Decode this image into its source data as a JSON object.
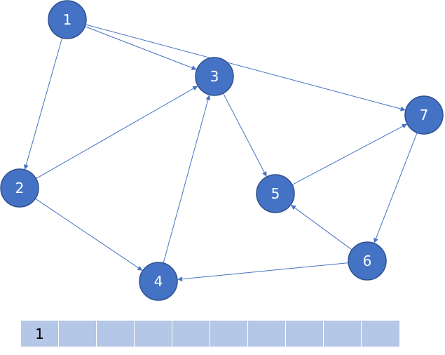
{
  "colors": {
    "node_fill": "#4472c4",
    "node_stroke": "#2f528f",
    "edge": "#4472c4",
    "queue_cell": "#b4c7e7"
  },
  "graph": {
    "nodes": [
      "1",
      "2",
      "3",
      "4",
      "5",
      "6",
      "7"
    ],
    "edges": [
      {
        "from": "1",
        "to": "2"
      },
      {
        "from": "1",
        "to": "3"
      },
      {
        "from": "1",
        "to": "7"
      },
      {
        "from": "2",
        "to": "3"
      },
      {
        "from": "2",
        "to": "4"
      },
      {
        "from": "4",
        "to": "3"
      },
      {
        "from": "3",
        "to": "5"
      },
      {
        "from": "5",
        "to": "7"
      },
      {
        "from": "7",
        "to": "6"
      },
      {
        "from": "6",
        "to": "5"
      },
      {
        "from": "6",
        "to": "4"
      }
    ]
  },
  "queue": {
    "cells": [
      "1",
      "",
      "",
      "",
      "",
      "",
      "",
      "",
      "",
      ""
    ]
  }
}
